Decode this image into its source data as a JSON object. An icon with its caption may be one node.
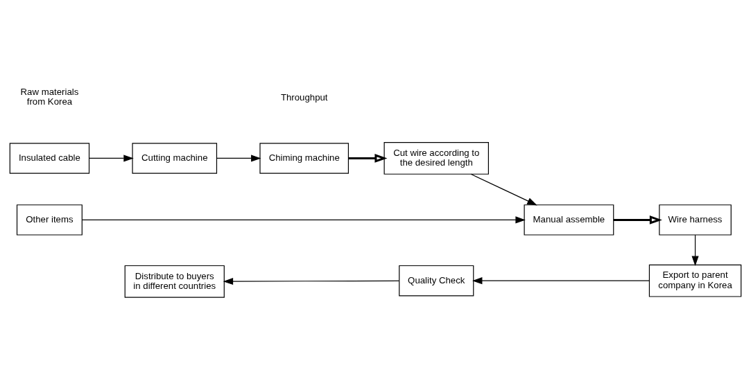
{
  "diagram": {
    "nodes": [
      {
        "text": [
          "Insulated cable"
        ]
      },
      {
        "text": [
          "Other items"
        ]
      },
      {
        "text": [
          "Cutting machine"
        ]
      },
      {
        "text": [
          "Chiming machine"
        ]
      },
      {
        "text": [
          "Cut wire according to the desired length"
        ]
      },
      {
        "text": [
          "Manual assemble"
        ]
      },
      {
        "text": [
          "Wire harness"
        ]
      },
      {
        "text": [
          "Export to parent company in Korea"
        ]
      },
      {
        "text": [
          "Quality Check"
        ]
      },
      {
        "text": [
          "Distribute to buyers in different countries"
        ]
      }
    ],
    "edges": [
      {
        "from": 0,
        "to": 2,
        "arrow": "to"
      },
      {
        "from": 2,
        "to": 3,
        "arrow": "to"
      },
      {
        "from": 3,
        "to": 4,
        "arrow": "to",
        "style": "thick"
      },
      {
        "from": 4,
        "to": 5,
        "arrow": "to"
      },
      {
        "from": 1,
        "to": 5,
        "arrow": "to"
      },
      {
        "from": 5,
        "to": 6,
        "arrow": "to",
        "style": "thick"
      },
      {
        "from": 6,
        "to": 7,
        "arrow": "to"
      },
      {
        "from": 7,
        "to": 8,
        "arrow": "to"
      },
      {
        "from": 8,
        "to": 9,
        "arrow": "to"
      }
    ],
    "labels": [
      "Throughput",
      "Raw materials from Korea"
    ]
  }
}
